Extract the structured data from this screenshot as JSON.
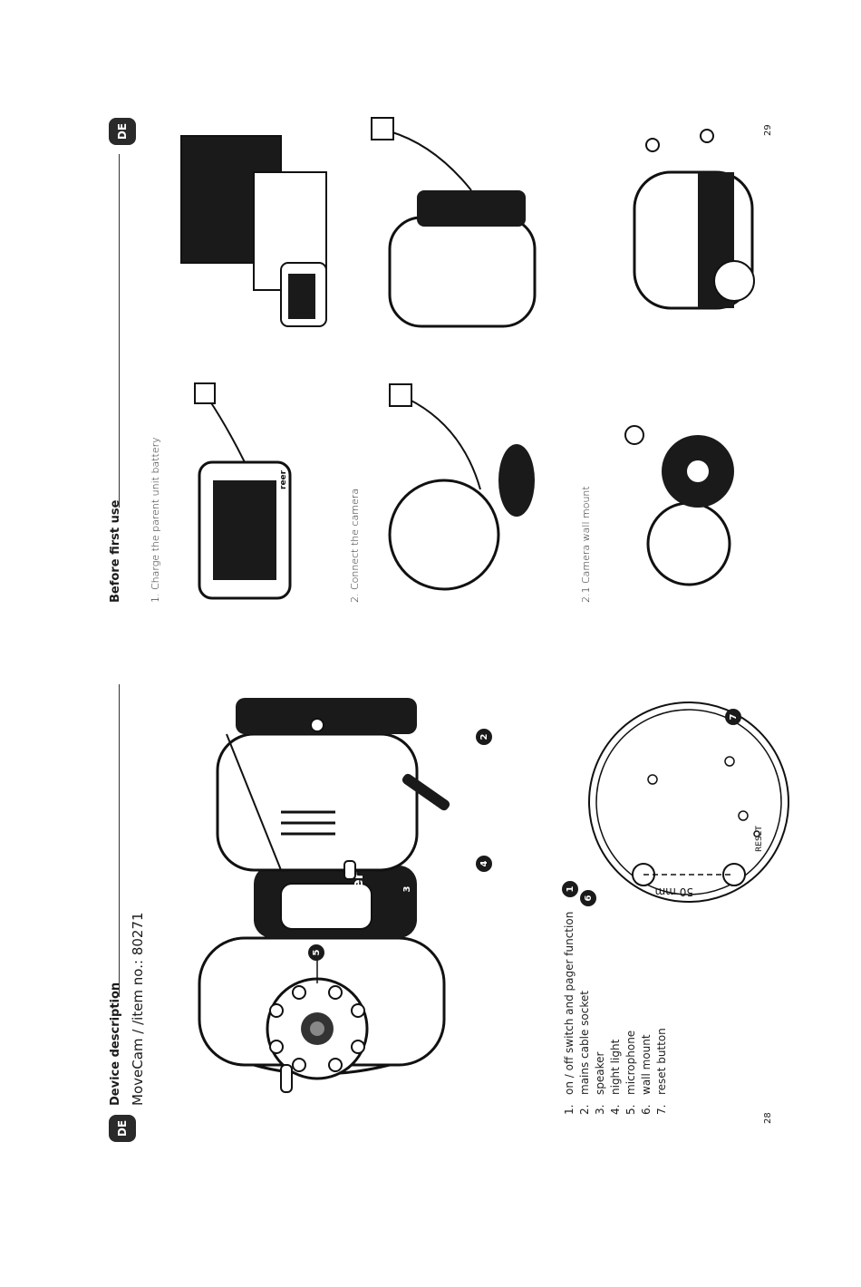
{
  "left_page": {
    "lang_badge": "DE",
    "section_title": "Device description",
    "subtitle": "MoveCam / /item no.: 80271",
    "page_number": "28",
    "parts": [
      {
        "num": "1.",
        "label": "on / off switch and pager function"
      },
      {
        "num": "2.",
        "label": "mains cable socket"
      },
      {
        "num": "3.",
        "label": "speaker"
      },
      {
        "num": "4.",
        "label": "night light"
      },
      {
        "num": "5.",
        "label": "microphone"
      },
      {
        "num": "6.",
        "label": "wall mount"
      },
      {
        "num": "7.",
        "label": "reset button"
      }
    ],
    "callouts": [
      "1",
      "2",
      "3",
      "4",
      "5",
      "6",
      "7"
    ],
    "dimension_label": "50 mm",
    "reset_label": "RESET",
    "brand_logo": "reer"
  },
  "right_page": {
    "lang_badge": "DE",
    "section_title": "Before first use",
    "page_number": "29",
    "steps": [
      {
        "label": "1.   Charge the parent unit battery"
      },
      {
        "label": "2.   Connect the camera"
      },
      {
        "label": "2.1  Camera wall mount"
      }
    ],
    "brand_logo": "reer"
  }
}
